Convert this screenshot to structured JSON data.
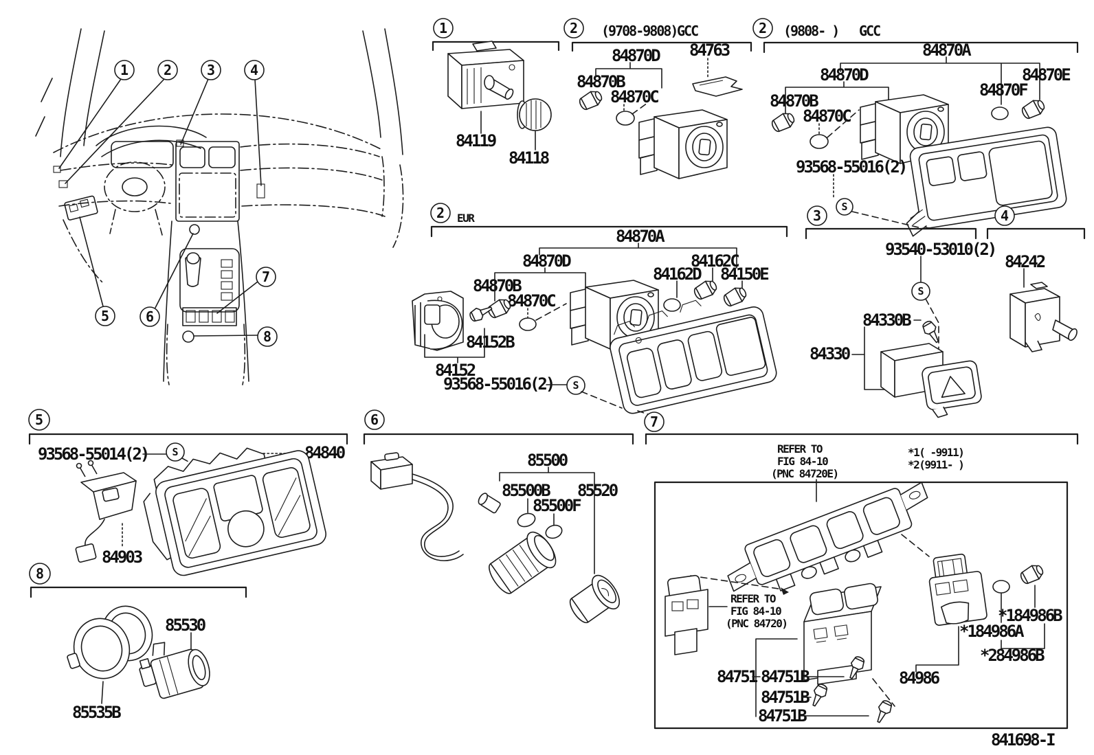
{
  "doc": {
    "number": "841698-I"
  },
  "symbols": {
    "screw": "S"
  },
  "callouts": {
    "c1": "1",
    "c2": "2",
    "c3": "3",
    "c4": "4",
    "c5": "5",
    "c6": "6",
    "c7": "7",
    "c8": "8"
  },
  "sections": {
    "s1": {
      "num": "1",
      "parts": {
        "main": "84119",
        "knob": "84118"
      }
    },
    "s2a": {
      "num": "2",
      "range": "(9708-9808)",
      "market": "GCC",
      "parts": {
        "d": "84870D",
        "clip": "84763",
        "b": "84870B",
        "c": "84870C"
      }
    },
    "s2b": {
      "num": "2",
      "range": "(9808-      )",
      "market": "GCC",
      "parts": {
        "a": "84870A",
        "d": "84870D",
        "e": "84870E",
        "f": "84870F",
        "b": "84870B",
        "c": "84870C",
        "screw": "93568-55016(2)"
      }
    },
    "s2e": {
      "num": "2",
      "market": "EUR",
      "parts": {
        "a": "84870A",
        "d": "84870D",
        "c162": "84162C",
        "d162": "84162D",
        "e150": "84150E",
        "b": "84870B",
        "c": "84870C",
        "bulb": "84152B",
        "dial": "84152",
        "screw": "93568-55016(2)"
      }
    },
    "s3": {
      "num": "3",
      "parts": {
        "screw": "93540-53010(2)",
        "knob": "84330B",
        "main": "84330"
      }
    },
    "s4": {
      "num": "4",
      "parts": {
        "main": "84242"
      }
    },
    "s5": {
      "num": "5",
      "parts": {
        "screw": "93568-55014(2)",
        "bezel": "84840",
        "sensor": "84903"
      }
    },
    "s6": {
      "num": "6",
      "parts": {
        "main": "85500",
        "bulb": "85500B",
        "cap": "85500F",
        "socket": "85520"
      }
    },
    "s7": {
      "num": "7",
      "refer_top": {
        "l1": "REFER TO",
        "l2": "FIG 84-10",
        "l3": "(PNC 84720E)"
      },
      "note1": "*1(      -9911)",
      "note2": "*2(9911-      )",
      "refer_left": {
        "l1": "REFER TO",
        "l2": "FIG 84-10",
        "l3": "(PNC 84720)"
      },
      "parts": {
        "main": "84751",
        "b1": "84751B",
        "b2": "84751B",
        "b3": "84751B",
        "n1": "*184986B",
        "n2": "*184986A",
        "n3": "*284986B",
        "p": "84986"
      }
    },
    "s8": {
      "num": "8",
      "parts": {
        "socket": "85530",
        "ring": "85535B"
      }
    }
  }
}
